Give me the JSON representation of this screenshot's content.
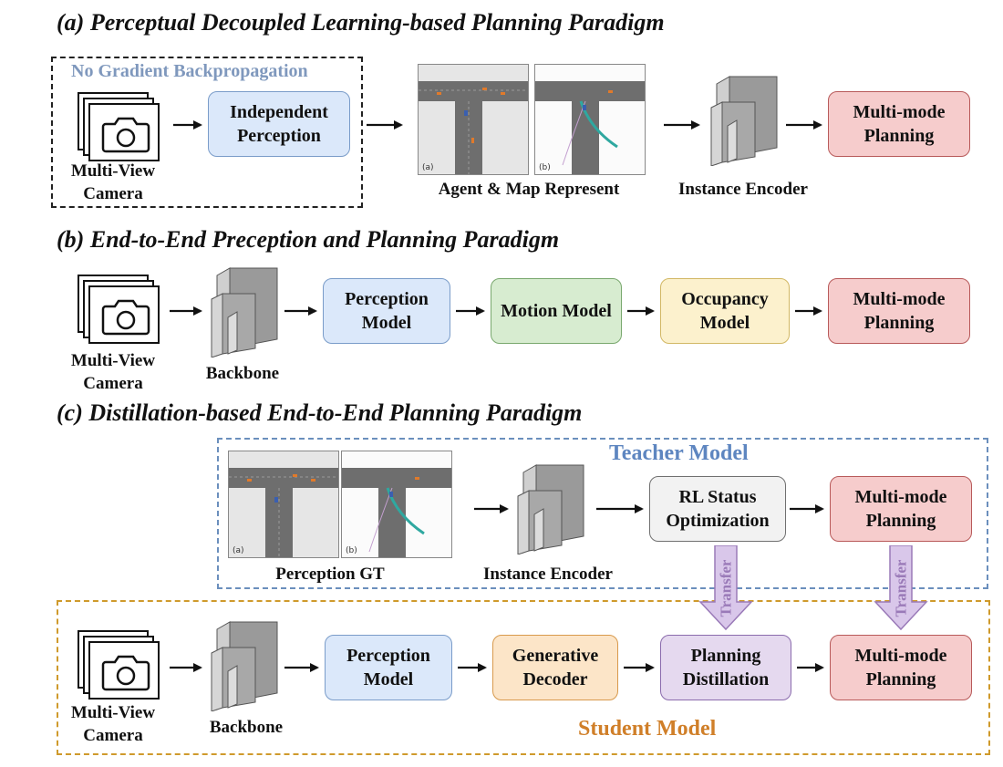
{
  "sections": {
    "a": {
      "title": "(a) Perceptual Decoupled Learning-based Planning Paradigm",
      "frame_label": "No Gradient Backpropagation",
      "camera_label": "Multi-View Camera",
      "perception_box": "Independent Perception",
      "thumb_tags": [
        "(a)",
        "(b)"
      ],
      "agent_map_label": "Agent & Map Represent",
      "encoder_label": "Instance Encoder",
      "planning_box": "Multi-mode Planning"
    },
    "b": {
      "title": "(b) End-to-End Preception and Planning Paradigm",
      "camera_label": "Multi-View Camera",
      "backbone_label": "Backbone",
      "perception_box": "Perception Model",
      "motion_box": "Motion Model",
      "occupancy_box": "Occupancy Model",
      "planning_box": "Multi-mode Planning"
    },
    "c": {
      "title": "(c) Distillation-based End-to-End Planning Paradigm",
      "teacher": {
        "label": "Teacher Model",
        "thumb_tags": [
          "(a)",
          "(b)"
        ],
        "gt_label": "Perception GT",
        "encoder_label": "Instance Encoder",
        "rl_box": "RL Status Optimization",
        "planning_box": "Multi-mode Planning"
      },
      "transfer_labels": [
        "Transfer",
        "Transfer"
      ],
      "student": {
        "label": "Student Model",
        "camera_label": "Multi-View Camera",
        "backbone_label": "Backbone",
        "perception_box": "Perception Model",
        "decoder_box": "Generative Decoder",
        "distill_box": "Planning Distillation",
        "planning_box": "Multi-mode Planning"
      }
    }
  },
  "colors": {
    "teacher_frame": "#6b8fbd",
    "student_frame": "#cf9a2c",
    "teacher_text": "#5e86c0",
    "student_text": "#d07f29",
    "no_grad_text": "#7f98bd",
    "transfer_fill": "#d9c7ea",
    "transfer_stroke": "#9a7ab8"
  }
}
